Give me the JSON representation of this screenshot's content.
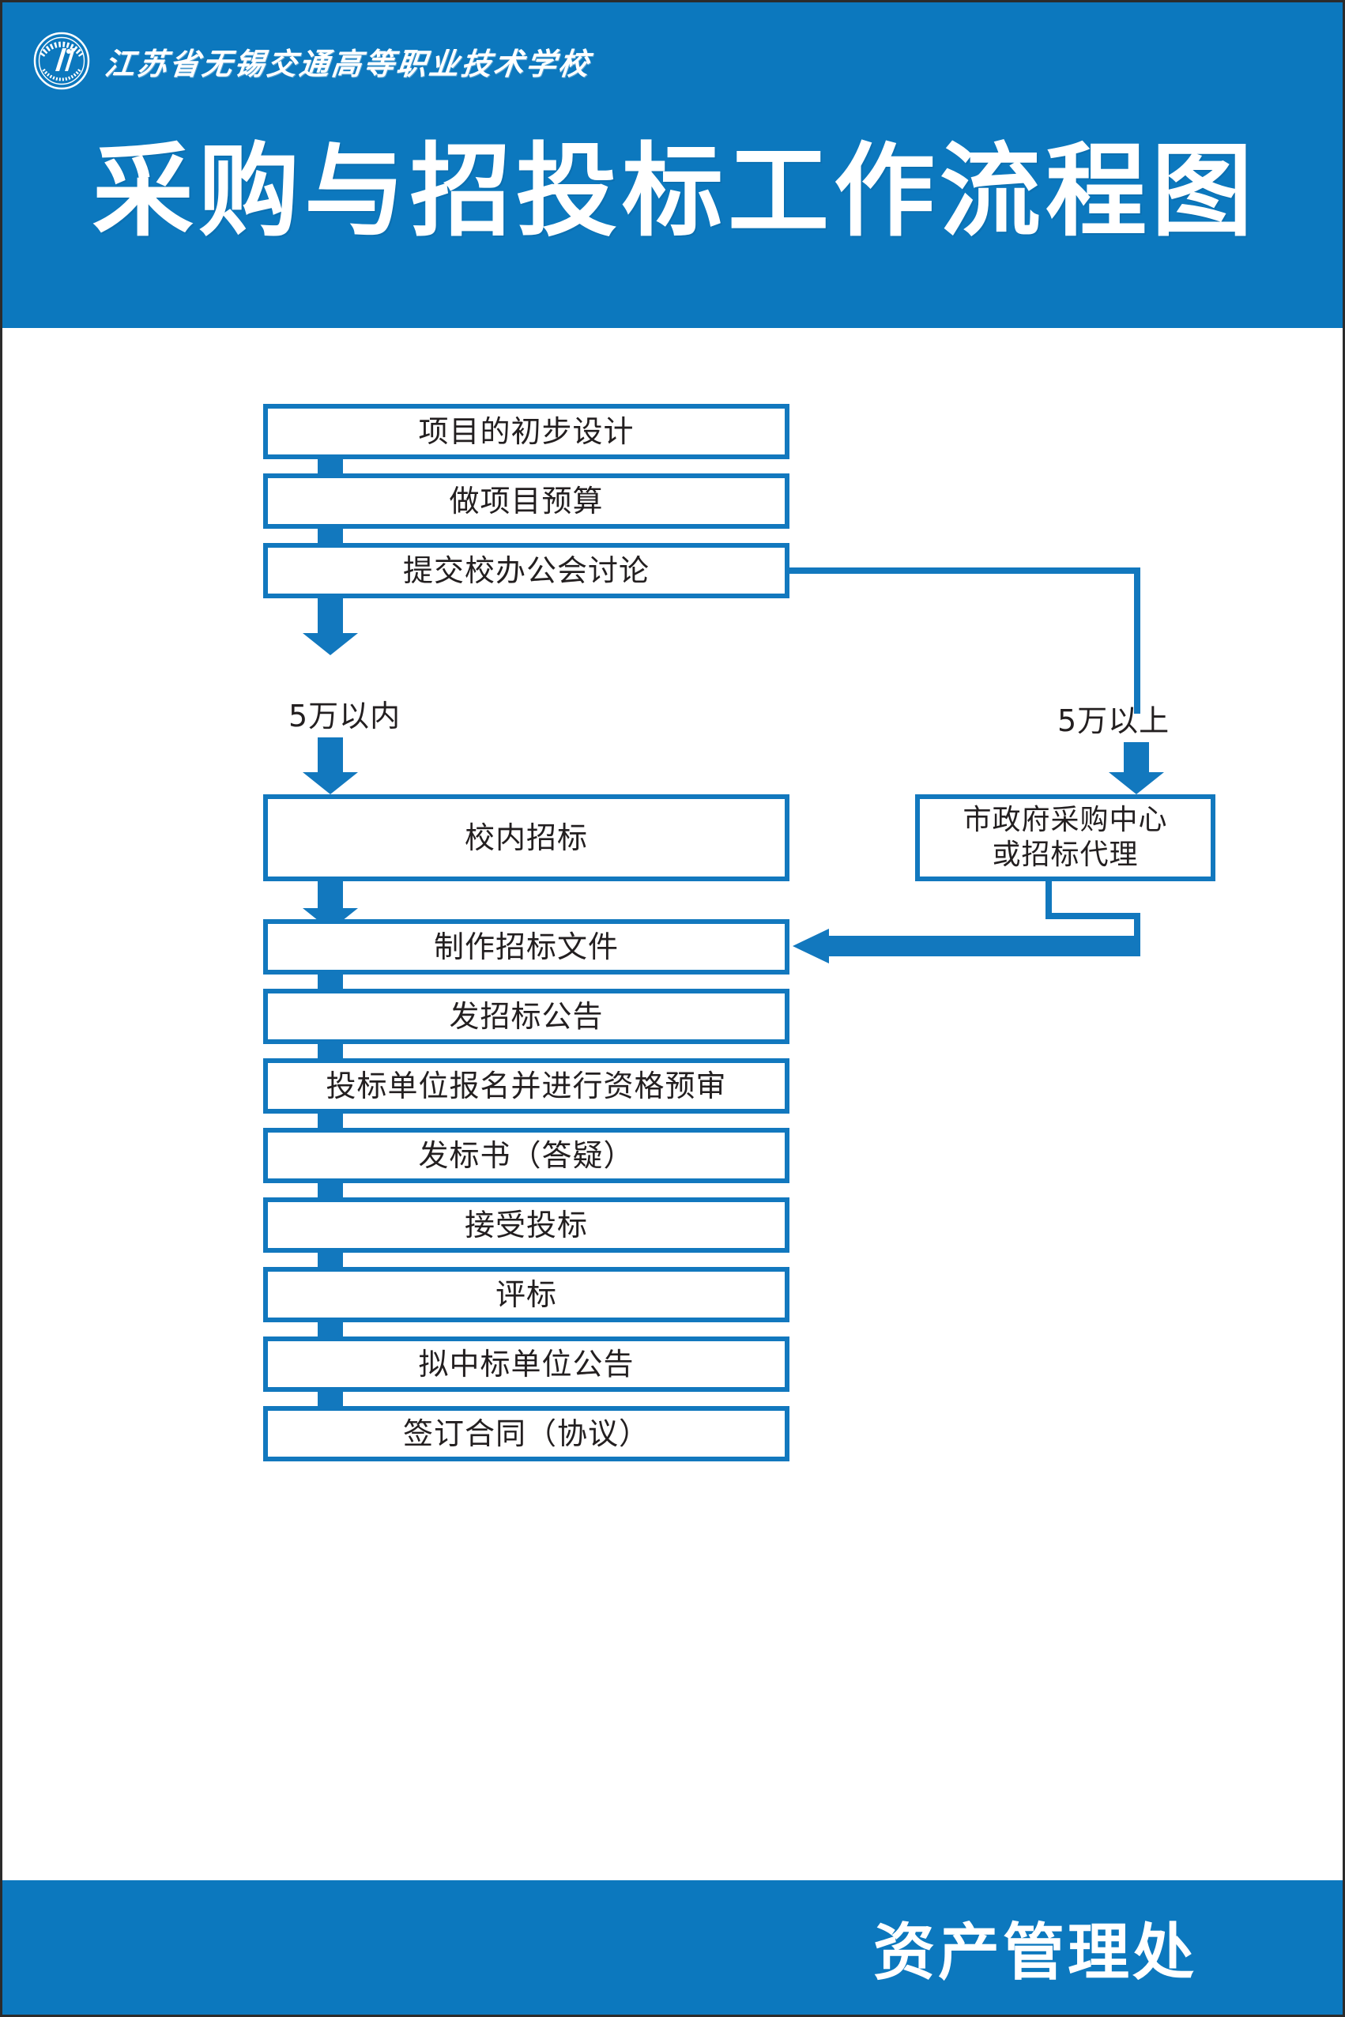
{
  "header": {
    "school_name": "江苏省无锡交通高等职业技术学校",
    "logo_icon": "school-seal-icon",
    "title": "采购与招投标工作流程图",
    "background_color": "#0C78BE"
  },
  "flowchart": {
    "accent_color": "#1278BE",
    "text_color": "#231f20",
    "nodes": [
      {
        "id": "n1",
        "label": "项目的初步设计"
      },
      {
        "id": "n2",
        "label": "做项目预算"
      },
      {
        "id": "n3",
        "label": "提交校办公会讨论"
      },
      {
        "id": "n4",
        "label": "校内招标"
      },
      {
        "id": "n5",
        "label": "市政府采购中心\n或招标代理",
        "line1": "市政府采购中心",
        "line2": "或招标代理"
      },
      {
        "id": "n6",
        "label": "制作招标文件"
      },
      {
        "id": "n7",
        "label": "发招标公告"
      },
      {
        "id": "n8",
        "label": "投标单位报名并进行资格预审"
      },
      {
        "id": "n9",
        "label": "发标书（答疑）"
      },
      {
        "id": "n10",
        "label": "接受投标"
      },
      {
        "id": "n11",
        "label": "评标"
      },
      {
        "id": "n12",
        "label": "拟中标单位公告"
      },
      {
        "id": "n13",
        "label": "签订合同（协议）"
      }
    ],
    "branch_labels": {
      "left": "5万以内",
      "right": "5万以上"
    }
  },
  "footer": {
    "department": "资产管理处",
    "background_color": "#0C78BE"
  }
}
